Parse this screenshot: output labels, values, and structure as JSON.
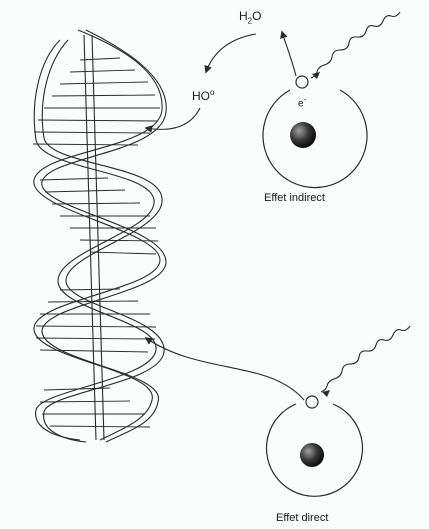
{
  "labels": {
    "water": {
      "base": "H",
      "sub": "2",
      "tail": "O"
    },
    "radical": {
      "base": "HO",
      "sup": "o"
    },
    "electron": {
      "base": "e",
      "sup": "-"
    },
    "indirect_effect": "Effet indirect",
    "direct_effect": "Effet direct"
  },
  "colors": {
    "line": "#2a2a2a",
    "nucleus_dark": "#111111",
    "nucleus_light": "#9a9a9a",
    "background": "#fbfcfc"
  }
}
